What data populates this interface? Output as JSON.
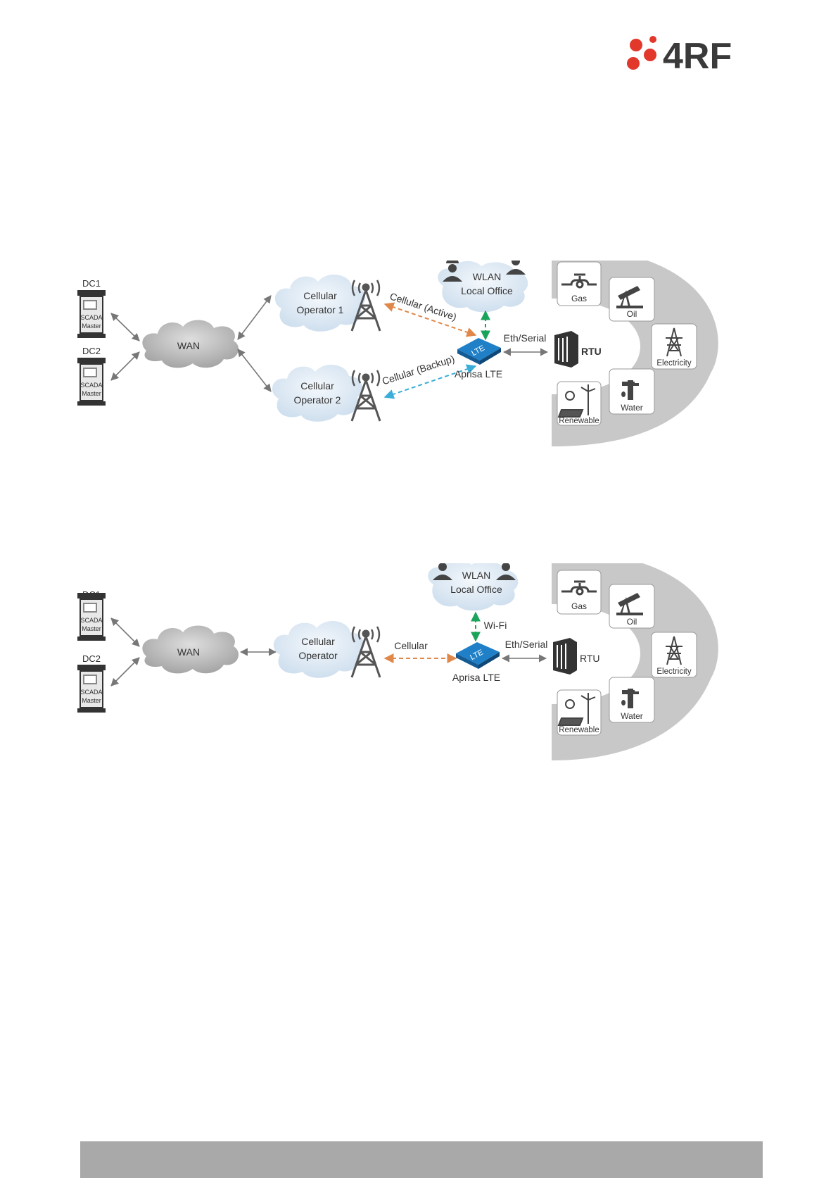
{
  "logo": {
    "text": "4RF",
    "accent_color": "#e2372b",
    "text_color": "#3a3a3a"
  },
  "colors": {
    "active_link": "#e0884a",
    "backup_link": "#3aaed8",
    "wifi_link": "#1aa35a",
    "device": "#1f80c8"
  },
  "diagram1": {
    "dc1": "DC1",
    "dc2": "DC2",
    "scada_line1": "SCADA",
    "scada_line2": "Master",
    "wan": "WAN",
    "op1_line1": "Cellular",
    "op1_line2": "Operator 1",
    "op2_line1": "Cellular",
    "op2_line2": "Operator 2",
    "wlan_line1": "WLAN",
    "wlan_line2": "Local Office",
    "link_active": "Cellular (Active)",
    "link_backup": "Cellular (Backup)",
    "eth_serial": "Eth/Serial",
    "device_badge": "LTE",
    "device_label": "Aprisa LTE",
    "rtu": "RTU",
    "sectors": {
      "gas": "Gas",
      "oil": "Oil",
      "electricity": "Electricity",
      "water": "Water",
      "renewable": "Renewable"
    }
  },
  "diagram2": {
    "dc1": "DC1",
    "dc2": "DC2",
    "scada_line1": "SCADA",
    "scada_line2": "Master",
    "wan": "WAN",
    "op_line1": "Cellular",
    "op_line2": "Operator",
    "wlan_line1": "WLAN",
    "wlan_line2": "Local Office",
    "wifi": "Wi-Fi",
    "link_cellular": "Cellular",
    "eth_serial": "Eth/Serial",
    "device_badge": "LTE",
    "device_label": "Aprisa LTE",
    "rtu": "RTU",
    "sectors": {
      "gas": "Gas",
      "oil": "Oil",
      "electricity": "Electricity",
      "water": "Water",
      "renewable": "Renewable"
    }
  }
}
